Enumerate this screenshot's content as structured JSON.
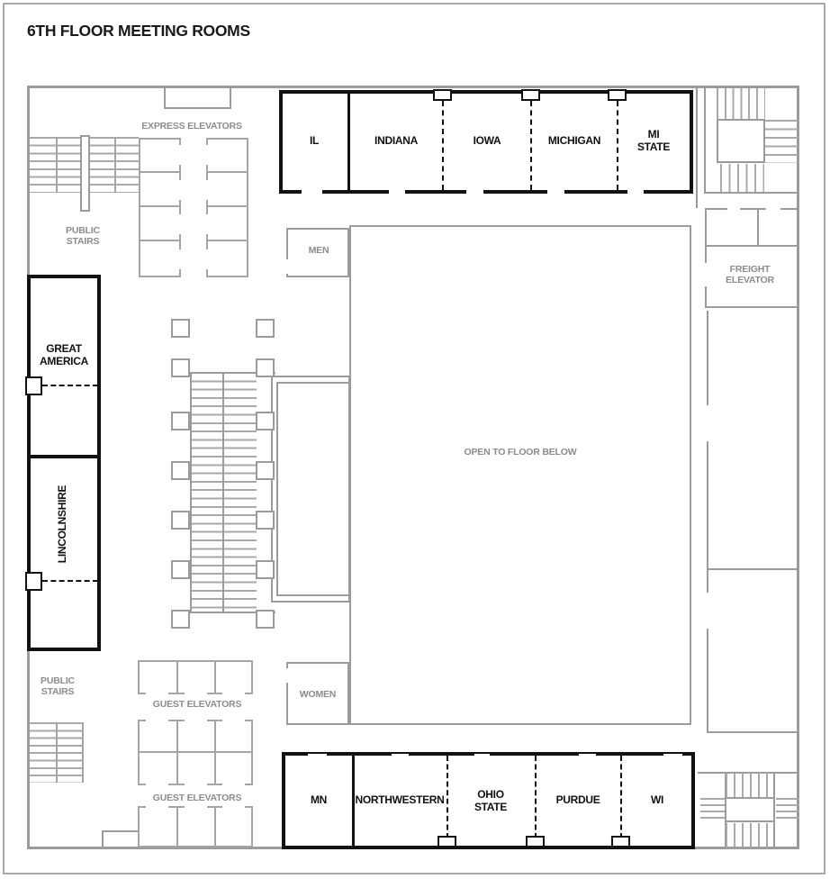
{
  "title": "6TH FLOOR MEETING ROOMS",
  "meeting_rooms": {
    "top_row": [
      {
        "id": "il",
        "label": "IL"
      },
      {
        "id": "indiana",
        "label": "INDIANA"
      },
      {
        "id": "iowa",
        "label": "IOWA"
      },
      {
        "id": "michigan",
        "label": "MICHIGAN"
      },
      {
        "id": "mi-state",
        "label": "MI STATE"
      }
    ],
    "bottom_row": [
      {
        "id": "mn",
        "label": "MN"
      },
      {
        "id": "northwestern",
        "label": "NORTHWESTERN"
      },
      {
        "id": "ohio-state",
        "label": "OHIO STATE"
      },
      {
        "id": "purdue",
        "label": "PURDUE"
      },
      {
        "id": "wi",
        "label": "WI"
      }
    ],
    "left_column": [
      {
        "id": "great-america",
        "label": "GREAT AMERICA"
      },
      {
        "id": "lincolnshire",
        "label": "LINCOLNSHIRE"
      }
    ]
  },
  "labels": {
    "express_elevators": "EXPRESS ELEVATORS",
    "public_stairs_top": "PUBLIC STAIRS",
    "public_stairs_bottom": "PUBLIC STAIRS",
    "men": "MEN",
    "women": "WOMEN",
    "freight_elevator": "FREIGHT ELEVATOR",
    "guest_elevators_upper": "GUEST ELEVATORS",
    "guest_elevators_lower": "GUEST ELEVATORS",
    "open_to_floor_below": "OPEN TO FLOOR BELOW"
  },
  "colors": {
    "wall_black": "#111111",
    "wall_gray": "#9b9b9b",
    "label_gray": "#8c8c8c",
    "background": "#ffffff"
  }
}
